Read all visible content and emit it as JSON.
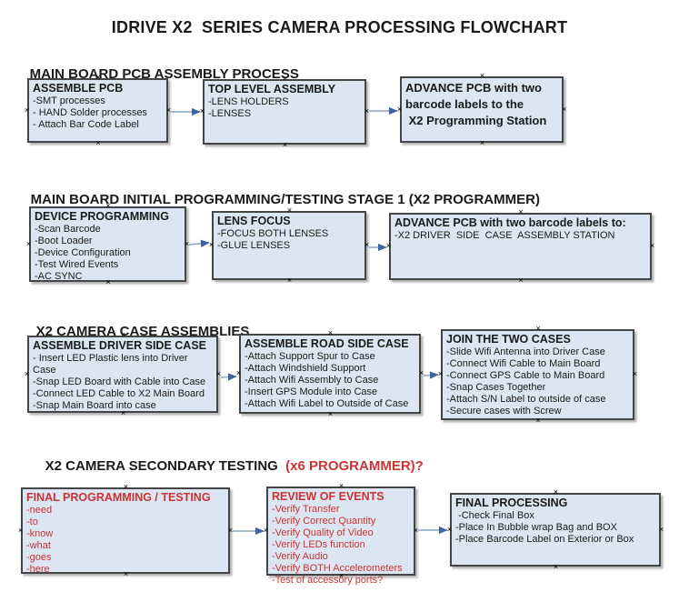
{
  "title": "IDRIVE X2  SERIES CAMERA PROCESSING FLOWCHART",
  "palette": {
    "box_fill": "#dce6f2",
    "box_border": "#454545",
    "arrow_line": "#8aa3c6",
    "arrow_head": "#3b64a0",
    "red_text": "#cc3333",
    "black_text": "#1a1a1a"
  },
  "sections": [
    {
      "header": "MAIN BOARD PCB ASSEMBLY PROCESS",
      "header_red": ""
    },
    {
      "header": "MAIN BOARD INITIAL PROGRAMMING/TESTING STAGE 1 (X2 PROGRAMMER)",
      "header_red": ""
    },
    {
      "header": "X2 CAMERA CASE ASSEMBLIES",
      "header_red": ""
    },
    {
      "header": "X2 CAMERA SECONDARY TESTING ",
      "header_red": " (x6 PROGRAMMER)?"
    }
  ],
  "boxes": {
    "assemble_pcb": {
      "title": "ASSEMBLE PCB",
      "items": [
        "-SMT processes",
        "- HAND Solder processes",
        "- Attach Bar Code Label"
      ]
    },
    "top_level_assembly": {
      "title": "TOP LEVEL ASSEMBLY",
      "items": [
        "-LENS HOLDERS",
        "-LENSES"
      ]
    },
    "advance_pcb_programming": {
      "title": "ADVANCE PCB with two\nbarcode labels to the\n X2 Programming Station",
      "items": []
    },
    "device_programming": {
      "title": "DEVICE PROGRAMMING",
      "items": [
        "-Scan Barcode",
        "-Boot Loader",
        "-Device Configuration",
        "-Test Wired Events",
        "-AC SYNC"
      ]
    },
    "lens_focus": {
      "title": "LENS FOCUS",
      "items": [
        "-FOCUS BOTH LENSES",
        "-GLUE LENSES"
      ]
    },
    "advance_pcb_case_assembly": {
      "title": "ADVANCE PCB with two barcode labels to:",
      "items": [
        "-X2 DRIVER  SIDE  CASE  ASSEMBLY STATION"
      ]
    },
    "assemble_driver_side_case": {
      "title": "ASSEMBLE DRIVER SIDE CASE",
      "items": [
        "- Insert LED Plastic lens into Driver Case",
        "-Snap LED Board with Cable into Case",
        "-Connect LED Cable to X2 Main Board",
        "-Snap Main Board into case"
      ]
    },
    "assemble_road_side_case": {
      "title": "ASSEMBLE ROAD SIDE CASE",
      "items": [
        "-Attach Support Spur to Case",
        "-Attach Windshield Support",
        "-Attach Wifi Assembly to Case",
        "-Insert GPS Module into Case",
        "-Attach Wifi Label to Outside of Case"
      ]
    },
    "join_the_two_cases": {
      "title": "JOIN THE TWO CASES",
      "items": [
        "-Slide Wifi Antenna into Driver Case",
        "-Connect Wifi Cable to Main Board",
        "-Connect GPS Cable to Main Board",
        "-Snap Cases Together",
        "-Attach S/N Label to outside of case",
        "-Secure cases with Screw"
      ]
    },
    "final_programming_testing": {
      "title": "FINAL PROGRAMMING / TESTING",
      "items": [
        "-need",
        "-to",
        "-know",
        "-what",
        "-goes",
        "-here"
      ]
    },
    "review_of_events": {
      "title": "REVIEW OF EVENTS",
      "items": [
        "-Verify Transfer",
        "-Verify Correct Quantity",
        "-Verify Quality of Video",
        "-Verify LEDs function",
        "-Verify Audio",
        "-Verify BOTH Accelerometers",
        "-Test of accessory ports?"
      ]
    },
    "final_processing": {
      "title": "FINAL PROCESSING",
      "items": [
        " -Check Final Box",
        "-Place In Bubble wrap Bag and BOX",
        "-Place Barcode Label on Exterior or Box"
      ]
    }
  }
}
